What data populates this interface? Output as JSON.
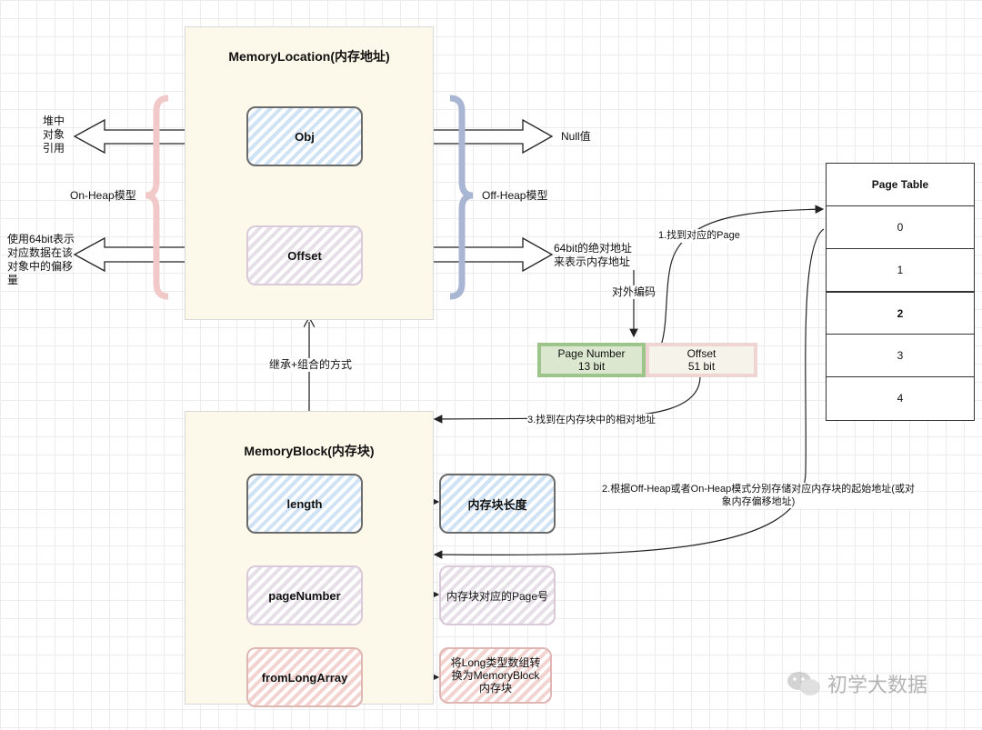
{
  "memory_location": {
    "title": "MemoryLocation(内存地址)",
    "obj_label": "Obj",
    "offset_label": "Offset"
  },
  "memory_block": {
    "title": "MemoryBlock(内存块)",
    "fields": [
      {
        "label": "length",
        "description": "内存块长度"
      },
      {
        "label": "pageNumber",
        "description": "内存块对应的Page号"
      },
      {
        "label": "fromLongArray",
        "description": "将Long类型数组转换为MemoryBlock内存块"
      }
    ]
  },
  "on_heap": {
    "label": "On-Heap模型",
    "obj_target": "堆中对象引用",
    "offset_target": "使用64bit表示对应数据在该对象中的偏移量"
  },
  "off_heap": {
    "label": "Off-Heap模型",
    "obj_target": "Null值",
    "offset_target": "64bit的绝对地址来表示内存地址"
  },
  "encoding": {
    "label": "对外编码",
    "page_number": {
      "name": "Page Number",
      "bits": "13 bit"
    },
    "offset": {
      "name": "Offset",
      "bits": "51 bit"
    }
  },
  "inheritance_label": "继承+组合的方式",
  "steps": {
    "step1": "1.找到对应的Page",
    "step2": "2.根据Off-Heap或者On-Heap模式分别存储对应内存块的起始地址(或对象内存偏移地址)",
    "step3": "3.找到在内存块中的相对地址"
  },
  "page_table": {
    "title": "Page Table",
    "rows": [
      "0",
      "1",
      "2",
      "3",
      "4"
    ],
    "highlighted_row": "2"
  },
  "watermark": "初学大数据",
  "colors": {
    "blue_hatch": "#cfe3f5",
    "pink_hatch": "#f2d3d0",
    "green_box": "#dbe8cf",
    "box_bg": "#fdf9ea"
  }
}
